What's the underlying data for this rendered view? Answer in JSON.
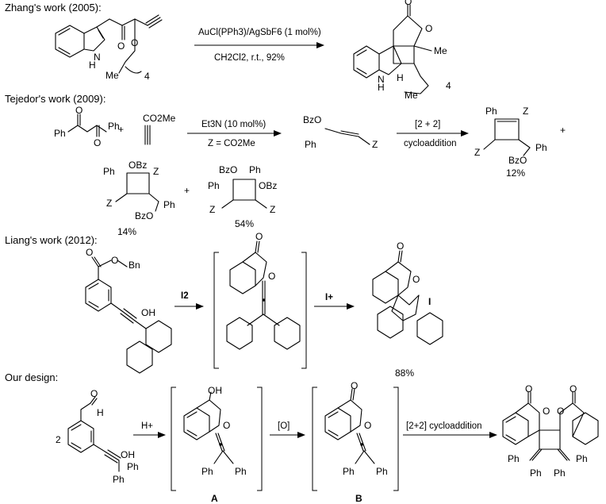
{
  "sections": {
    "zhang": "Zhang's work (2005):",
    "tejedor": "Tejedor's work (2009):",
    "liang": "Liang's work (2012):",
    "design": "Our design:"
  },
  "zhang": {
    "reagent_top": "AuCl(PPh3)/AgSbF6 (1 mol%)",
    "reagent_bottom": "CH2Cl2, r.t., 92%",
    "labels": {
      "nh": "N",
      "h": "H",
      "o": "O",
      "me": "Me",
      "me_chain": "Me",
      "sub4": "4"
    }
  },
  "tejedor": {
    "plus": "+",
    "co2me": "CO2Me",
    "reagent1_top": "Et3N (10 mol%)",
    "reagent1_bottom": "Z = CO2Me",
    "reagent2_top": "[2 + 2]",
    "reagent2_bottom": "cycloaddition",
    "yield1": "12%",
    "yield2": "14%",
    "yield3": "54%",
    "labels": {
      "ph": "Ph",
      "o": "O",
      "bzo": "BzO",
      "obz": "OBz",
      "z": "Z"
    }
  },
  "liang": {
    "reagent1": "I2",
    "reagent2": "I+",
    "yield": "88%",
    "labels": {
      "o": "O",
      "bn": "Bn",
      "oh": "OH",
      "i": "I"
    }
  },
  "design": {
    "coef": "2",
    "reagent1": "H+",
    "reagent2": "[O]",
    "reagent3": "[2+2] cycloaddition",
    "label_a": "A",
    "label_b": "B",
    "labels": {
      "h": "H",
      "o": "O",
      "oh": "OH",
      "ph": "Ph"
    }
  }
}
